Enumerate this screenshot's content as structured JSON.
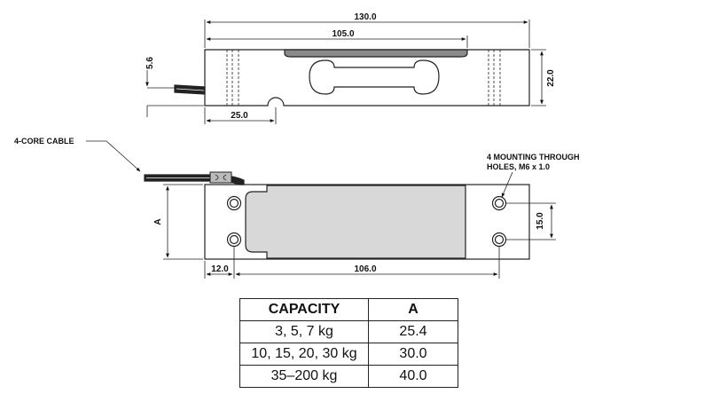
{
  "top_view": {
    "dim_overall_length": "130.0",
    "dim_slot_length": "105.0",
    "dim_height": "22.0",
    "dim_cable_offset": "5.6",
    "dim_notch_offset": "25.0"
  },
  "side_view": {
    "cable_label": "4-CORE CABLE",
    "holes_note_line1": "4 MOUNTING THROUGH",
    "holes_note_line2": "HOLES, M6 x 1.0",
    "dim_a": "A",
    "dim_hole_pitch": "15.0",
    "dim_edge_offset": "12.0",
    "dim_body_length": "106.0"
  },
  "table": {
    "headers": [
      "CAPACITY",
      "A"
    ],
    "rows": [
      [
        "3, 5, 7 kg",
        "25.4"
      ],
      [
        "10, 15, 20, 30 kg",
        "30.0"
      ],
      [
        "35–200 kg",
        "40.0"
      ]
    ]
  },
  "colors": {
    "line": "#222222",
    "slot_fill": "#8a8a8a",
    "strain_area_fill": "#d8d8d8",
    "body_fill": "#ffffff"
  }
}
